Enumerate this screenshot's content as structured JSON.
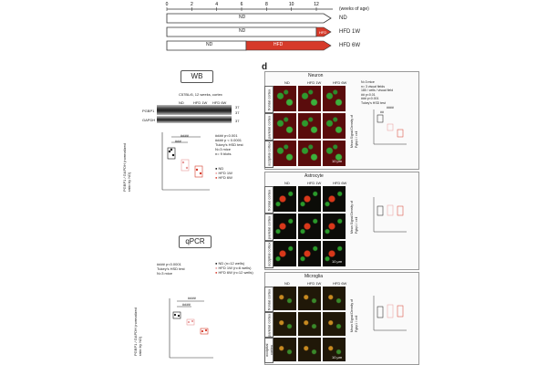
{
  "timeline": {
    "ticks": [
      "0",
      "2",
      "4",
      "6",
      "8",
      "10",
      "12"
    ],
    "unit_label": "(weeks of age)",
    "rows": [
      {
        "label": "ND",
        "arrow_text": "ND"
      },
      {
        "label": "HFD 1W",
        "arrow_text": "ND",
        "hfd_text": "HFD"
      },
      {
        "label": "HFD 6W",
        "arrow_text": "ND",
        "hfd_text": "HFD"
      }
    ]
  },
  "wb": {
    "section_title": "WB",
    "blot_title": "C57BL/6, 12 weeks, cortex",
    "lanes": [
      "ND",
      "HFD 1W",
      "HFD 6W"
    ],
    "row_labels": [
      "PGBP1",
      "GAPDH"
    ],
    "mw_labels": [
      "37",
      "37",
      "37"
    ],
    "stats": [
      "#### p<0.001",
      "#### p < 0.0001",
      "Tukey's HSD test",
      "N=3 mice",
      "n= 9 blots"
    ],
    "sig1": "####",
    "sig2": "###",
    "ylabel": "PGBP1 / GAPDH (normalized ratio by ND)",
    "legend": [
      "ND",
      "HFD 1W",
      "HFD 6W"
    ]
  },
  "qpcr": {
    "section_title": "qPCR",
    "stats": [
      "#### p<0.0001",
      "Tukey's HSD test",
      "N=3 mice"
    ],
    "legend": [
      "ND (n=12 wells)",
      "HFD 1W (n=6 wells)",
      "HFD 6W (n=12 wells)"
    ],
    "sig1": "####",
    "sig2": "####",
    "ylabel": "PGBP1 / GAPDH (normalized ratio by ND)"
  },
  "panel_d": {
    "letter": "d",
    "cols": [
      "ND",
      "HFD 1W",
      "HFD 6W"
    ],
    "row_regions": [
      "frontal cortex",
      "parietal cortex",
      "occipital cortex"
    ],
    "scale": "10 μm",
    "sections": [
      {
        "title": "Neuron",
        "stats": [
          "N=3 mice",
          "n= 3 visual fields",
          "180 / cells / visual field"
        ],
        "sig": [
          "## p<0.01",
          "### p<0.001",
          "Tukey's HSD test"
        ],
        "marks": [
          "####",
          "##"
        ],
        "ylabel": "Mean Signal Density of Pgbp1 / cell"
      },
      {
        "title": "Astrocyte",
        "ylabel": "Mean Signal Density of Pgbp1 / cell"
      },
      {
        "title": "Microglia",
        "ylabel": "Mean Signal Density of Pgbp1 / cell"
      }
    ]
  },
  "colors": {
    "nd": "#111111",
    "hfd1w": "#e89a9a",
    "hfd6w": "#d63a2a",
    "accent": "#d63a2a"
  }
}
